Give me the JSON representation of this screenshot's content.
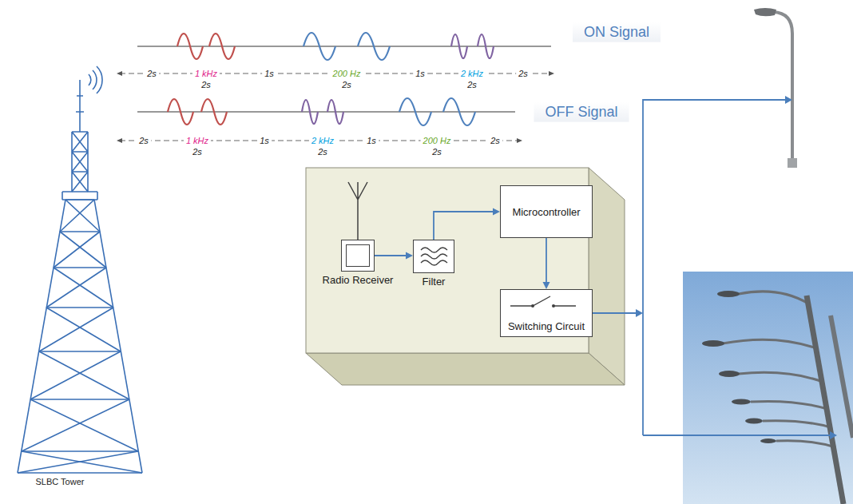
{
  "diagram": {
    "nodes": [
      {
        "text": [
          "Radio Receiver"
        ]
      },
      {
        "text": [
          "Filter"
        ]
      },
      {
        "text": [
          "Microcontroller"
        ]
      },
      {
        "text": [
          "Switching Circuit"
        ]
      }
    ],
    "edges": [
      {
        "from": 0,
        "to": 1,
        "arrow": "to"
      },
      {
        "from": 1,
        "to": 2,
        "arrow": "to"
      },
      {
        "from": 2,
        "to": 3,
        "arrow": "to"
      }
    ],
    "labels": [
      "ON Signal",
      "2s",
      "1 kHz",
      "2s",
      "1s",
      "200 Hz",
      "2s",
      "1s",
      "2 kHz",
      "2s",
      "2s",
      "OFF Signal",
      "2s",
      "1 kHz",
      "2s",
      "1s",
      "2 kHz",
      "2s",
      "1s",
      "200 Hz",
      "2s",
      "2s",
      "SLBC Tower"
    ]
  }
}
